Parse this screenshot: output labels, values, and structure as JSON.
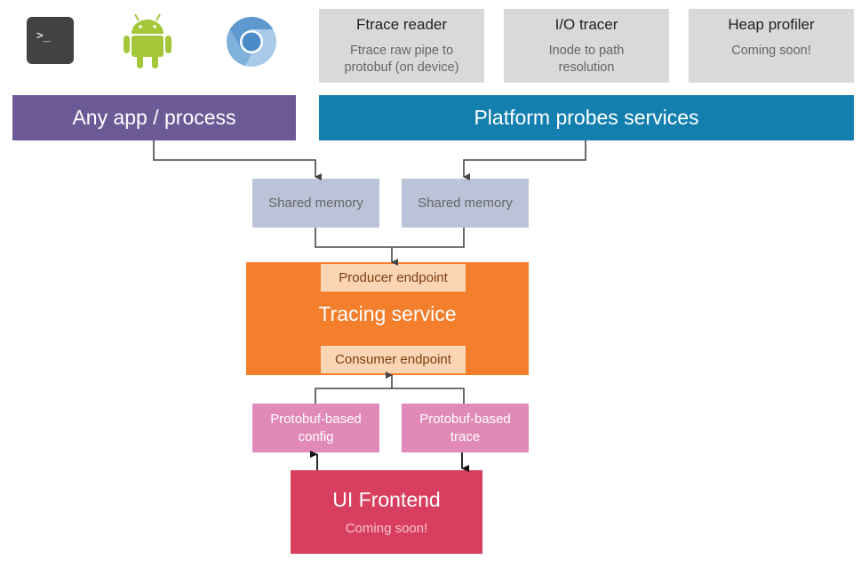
{
  "icons": [
    {
      "name": "terminal-icon",
      "glyph": ">_"
    },
    {
      "name": "android-icon"
    },
    {
      "name": "chromium-icon"
    }
  ],
  "probes": [
    {
      "title": "Ftrace reader",
      "subtitle": "Ftrace raw pipe to protobuf (on device)"
    },
    {
      "title": "I/O tracer",
      "subtitle": "Inode to path resolution"
    },
    {
      "title": "Heap profiler",
      "subtitle": "Coming soon!"
    }
  ],
  "app_process": {
    "label": "Any app / process",
    "color": "#6c5a96"
  },
  "platform_probes": {
    "label": "Platform probes services",
    "color": "#137fae"
  },
  "shared_memory": [
    {
      "label": "Shared memory"
    },
    {
      "label": "Shared memory"
    }
  ],
  "tracing_service": {
    "label": "Tracing service",
    "color": "#f37e2b",
    "producer_endpoint": "Producer endpoint",
    "consumer_endpoint": "Consumer endpoint"
  },
  "protobuf": {
    "config": "Protobuf-based config",
    "trace": "Protobuf-based trace"
  },
  "ui_frontend": {
    "label": "UI Frontend",
    "subtitle": "Coming soon!",
    "color": "#d83f5e"
  }
}
